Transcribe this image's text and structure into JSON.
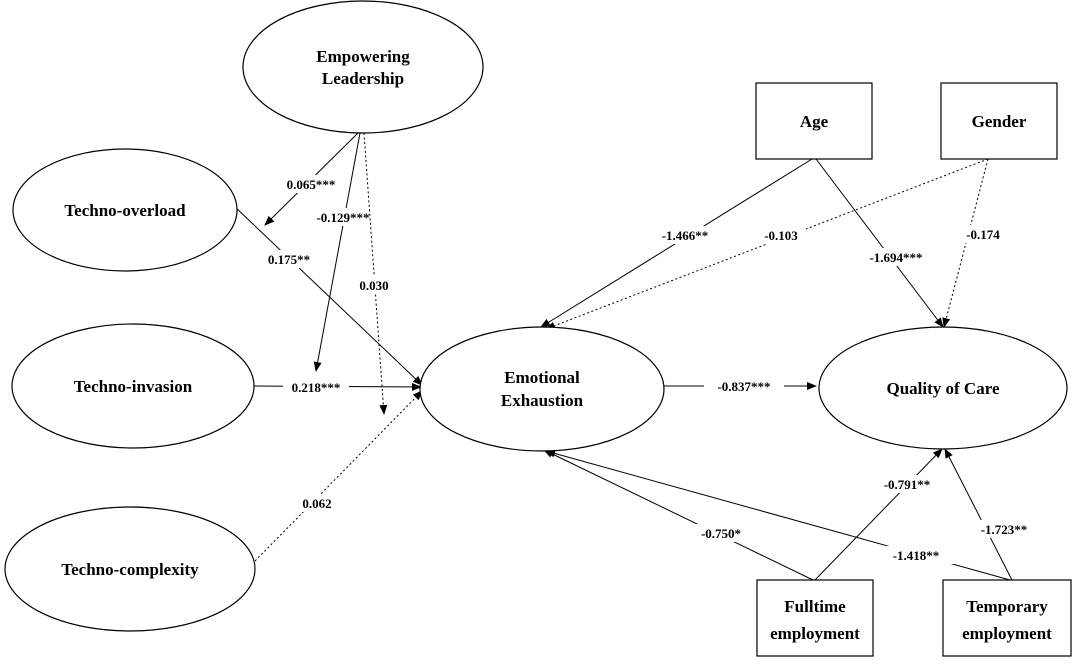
{
  "nodes": {
    "empowering_leadership": {
      "line1": "Empowering",
      "line2": "Leadership"
    },
    "techno_overload": {
      "label": "Techno-overload"
    },
    "techno_invasion": {
      "label": "Techno-invasion"
    },
    "techno_complexity": {
      "label": "Techno-complexity"
    },
    "emotional_exhaustion": {
      "line1": "Emotional",
      "line2": "Exhaustion"
    },
    "quality_of_care": {
      "label": "Quality of Care"
    },
    "age": {
      "label": "Age"
    },
    "gender": {
      "label": "Gender"
    },
    "fulltime_employment": {
      "line1": "Fulltime",
      "line2": "employment"
    },
    "temporary_employment": {
      "line1": "Temporary",
      "line2": "employment"
    }
  },
  "edges": {
    "el_to_overload": {
      "label": "0.065***",
      "style": "solid"
    },
    "el_to_invasion": {
      "label": "-0.129***",
      "style": "solid"
    },
    "el_to_exhaustion": {
      "label": "0.030",
      "style": "dotted"
    },
    "overload_to_exhaustion": {
      "label": "0.175**",
      "style": "solid"
    },
    "invasion_to_exhaustion": {
      "label": "0.218***",
      "style": "solid"
    },
    "complexity_to_exhaustion": {
      "label": "0.062",
      "style": "dotted"
    },
    "exhaustion_to_quality": {
      "label": "-0.837***",
      "style": "solid"
    },
    "age_to_exhaustion": {
      "label": "-1.466**",
      "style": "solid"
    },
    "gender_to_exhaustion": {
      "label": "-0.103",
      "style": "dotted"
    },
    "age_to_quality": {
      "label": "-1.694***",
      "style": "solid"
    },
    "gender_to_quality": {
      "label": "-0.174",
      "style": "dotted"
    },
    "fulltime_to_exhaustion": {
      "label": "-0.750*",
      "style": "solid"
    },
    "fulltime_to_quality": {
      "label": "-0.791**",
      "style": "solid"
    },
    "temporary_to_exhaustion": {
      "label": "-1.418**",
      "style": "solid"
    },
    "temporary_to_quality": {
      "label": "-1.723**",
      "style": "solid"
    }
  }
}
